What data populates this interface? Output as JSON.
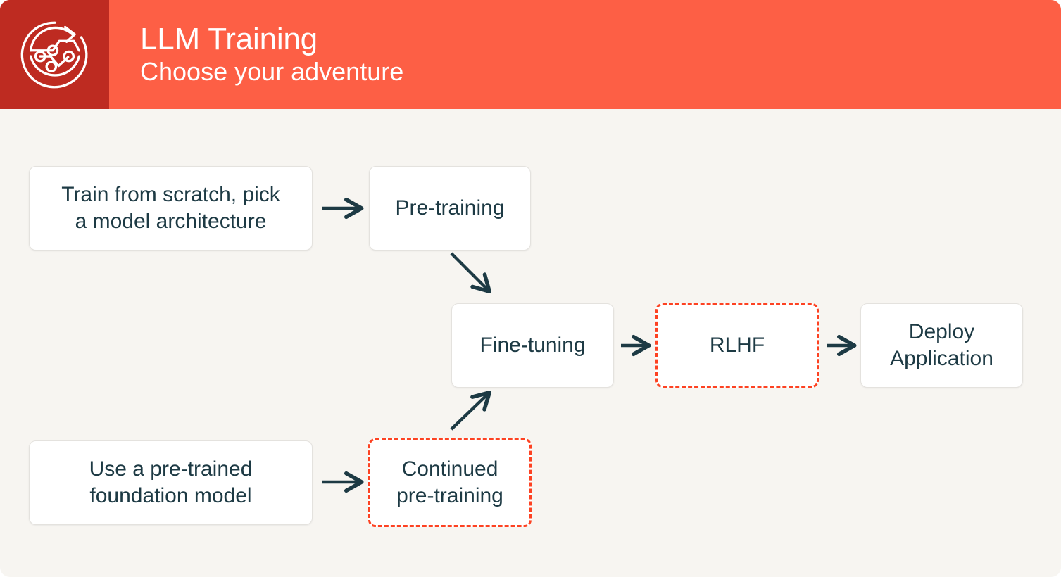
{
  "header": {
    "title": "LLM Training",
    "subtitle": "Choose your adventure",
    "logo_icon": "circular-arrow-circuit-icon",
    "logo_bg_color": "#be2b21",
    "banner_color": "#fd5f45",
    "text_color": "#ffffff"
  },
  "theme": {
    "canvas_bg": "#f7f5f1",
    "node_bg": "#ffffff",
    "node_border": "#e4e2de",
    "node_text": "#1d3a44",
    "arrow_color": "#1d3a44",
    "optional_border": "#fd4222"
  },
  "diagram": {
    "type": "flowchart",
    "nodes": [
      {
        "id": "train-scratch",
        "label": "Train from scratch, pick\na model architecture",
        "style": "solid"
      },
      {
        "id": "pretraining",
        "label": "Pre-training",
        "style": "solid"
      },
      {
        "id": "finetuning",
        "label": "Fine-tuning",
        "style": "solid"
      },
      {
        "id": "rlhf",
        "label": "RLHF",
        "style": "dashed"
      },
      {
        "id": "deploy",
        "label": "Deploy\nApplication",
        "style": "solid"
      },
      {
        "id": "use-pretrained",
        "label": "Use a pre-trained\nfoundation model",
        "style": "solid"
      },
      {
        "id": "continued",
        "label": "Continued\npre-training",
        "style": "dashed"
      }
    ],
    "edges": [
      {
        "from": "train-scratch",
        "to": "pretraining",
        "direction": "right"
      },
      {
        "from": "pretraining",
        "to": "finetuning",
        "direction": "down-right"
      },
      {
        "from": "finetuning",
        "to": "rlhf",
        "direction": "right"
      },
      {
        "from": "rlhf",
        "to": "deploy",
        "direction": "right"
      },
      {
        "from": "use-pretrained",
        "to": "continued",
        "direction": "right"
      },
      {
        "from": "continued",
        "to": "finetuning",
        "direction": "up-right"
      }
    ]
  }
}
